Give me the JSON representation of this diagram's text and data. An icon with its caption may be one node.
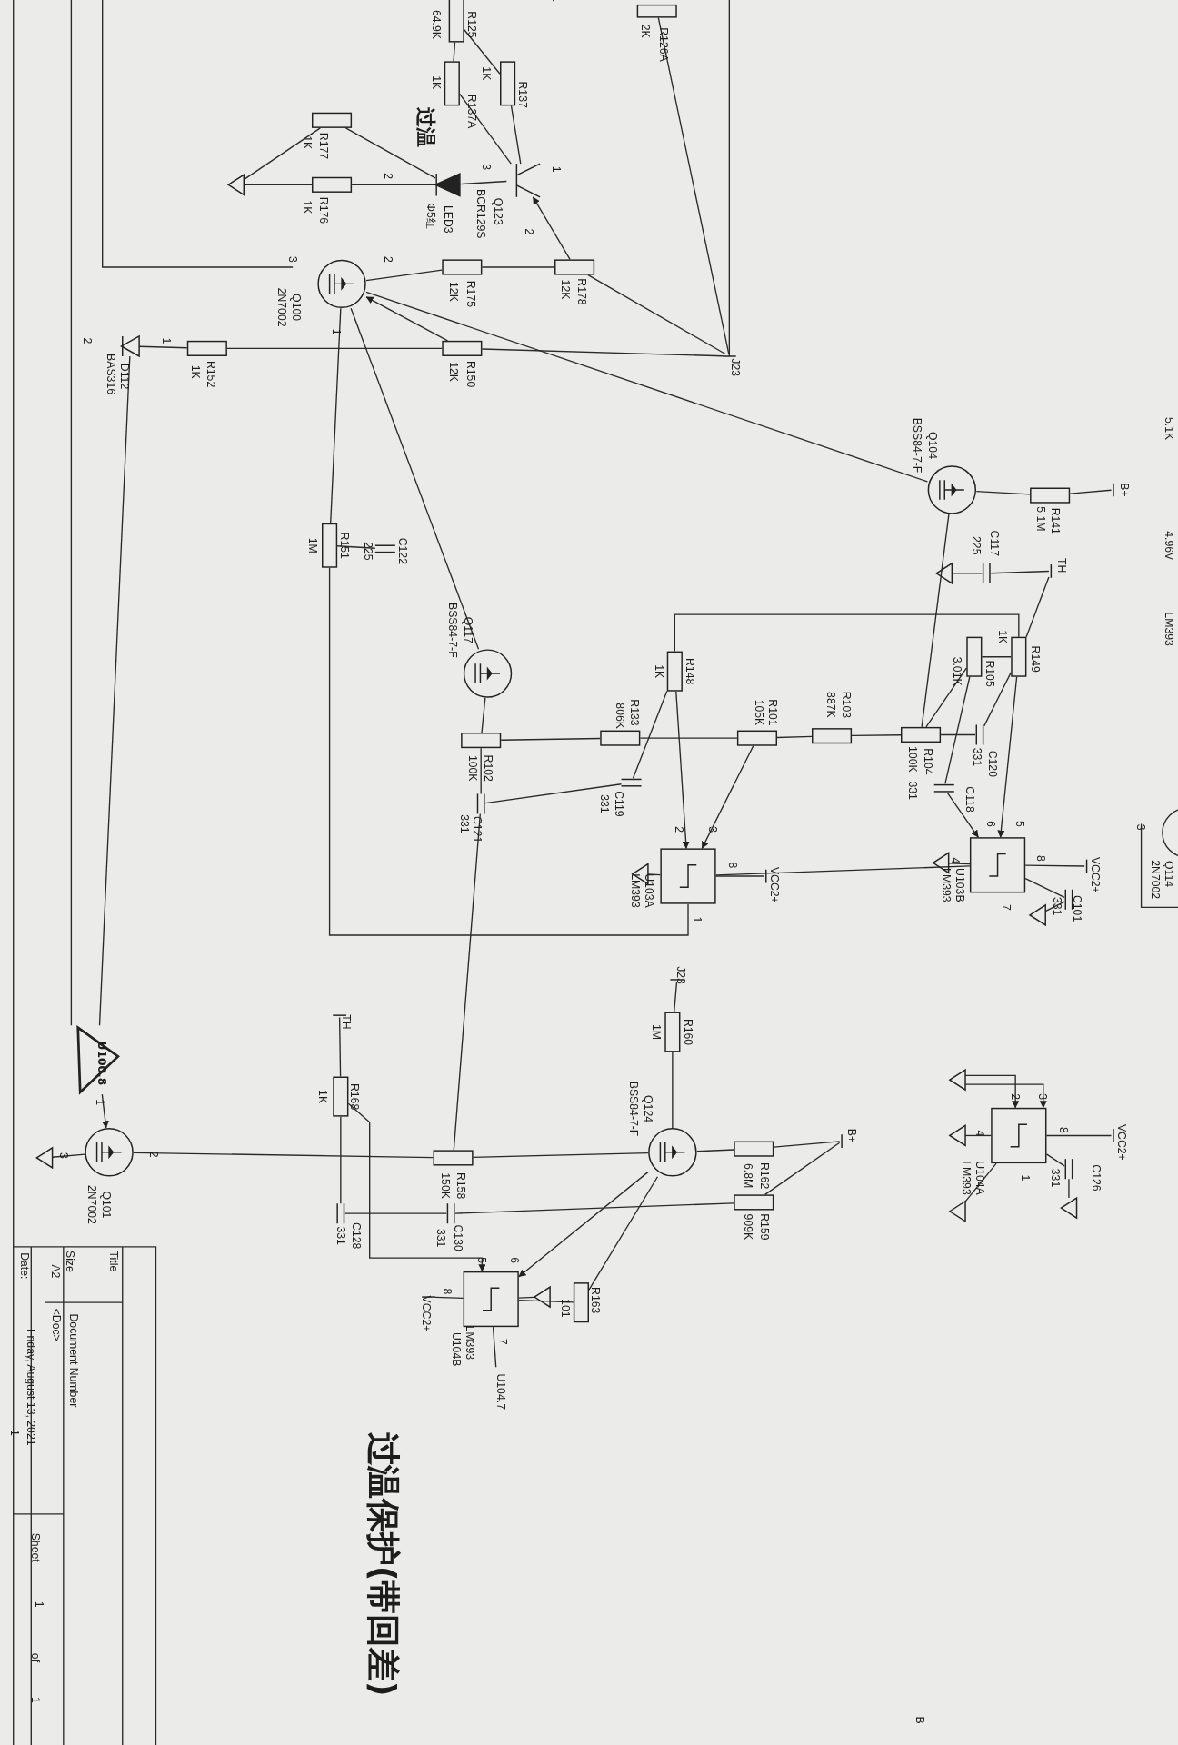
{
  "diagram": {
    "nodes": [
      {
        "text": [
          "R125",
          "64.9K"
        ]
      },
      {
        "text": [
          "R126A",
          "2K"
        ]
      },
      {
        "text": [
          "R137A",
          "1K"
        ]
      },
      {
        "text": [
          "R137",
          "1K"
        ]
      },
      {
        "text": [
          "R177",
          "1K"
        ]
      },
      {
        "text": [
          "R176",
          "1K"
        ]
      },
      {
        "text": [
          "LED3",
          "Φ5红"
        ]
      },
      {
        "text": [
          "Q123",
          "BCR129S"
        ]
      },
      {
        "text": [
          "Q100",
          "2N7002"
        ]
      },
      {
        "text": [
          "R175",
          "12K"
        ]
      },
      {
        "text": [
          "R178",
          "12K"
        ]
      },
      {
        "text": [
          "D112",
          "BAS316"
        ]
      },
      {
        "text": [
          "R152",
          "1K"
        ]
      },
      {
        "text": [
          "R150",
          "12K"
        ]
      },
      {
        "text": [
          "J23"
        ]
      },
      {
        "text": [
          "R151",
          "1M"
        ]
      },
      {
        "text": [
          "C122",
          "225"
        ]
      },
      {
        "text": [
          "Q117",
          "BSS84-7-F"
        ]
      },
      {
        "text": [
          "R102",
          "100K"
        ]
      },
      {
        "text": [
          "C121",
          "331"
        ]
      },
      {
        "text": [
          "R133",
          "806K"
        ]
      },
      {
        "text": [
          "R148",
          "1K"
        ]
      },
      {
        "text": [
          "C119",
          "331"
        ]
      },
      {
        "text": [
          "R101",
          "105K"
        ]
      },
      {
        "text": [
          "R103",
          "887K"
        ]
      },
      {
        "text": [
          "R104",
          "100K"
        ]
      },
      {
        "text": [
          "C120",
          "331"
        ]
      },
      {
        "text": [
          "C118",
          "331"
        ]
      },
      {
        "text": [
          "R105",
          "3.01K"
        ]
      },
      {
        "text": [
          "R149",
          "1K"
        ]
      },
      {
        "text": [
          "Q104",
          "BSS84-7-F"
        ]
      },
      {
        "text": [
          "R141",
          "5.1M"
        ]
      },
      {
        "text": [
          "B+"
        ]
      },
      {
        "text": [
          "C117",
          "225"
        ]
      },
      {
        "text": [
          "TH"
        ]
      },
      {
        "text": [
          "U103A",
          "LM393"
        ]
      },
      {
        "text": [
          "VCC2+"
        ]
      },
      {
        "text": [
          "U103B",
          "LM393"
        ]
      },
      {
        "text": [
          "VCC2+"
        ]
      },
      {
        "text": [
          "C101",
          "331"
        ]
      },
      {
        "text": [
          "J23"
        ]
      },
      {
        "text": [
          "R160",
          "1M"
        ]
      },
      {
        "text": [
          "Q124",
          "BSS84-7-F"
        ]
      },
      {
        "text": [
          "R162",
          "6.8M"
        ]
      },
      {
        "text": [
          "R159",
          "909K"
        ]
      },
      {
        "text": [
          "B+"
        ]
      },
      {
        "text": [
          "TH"
        ]
      },
      {
        "text": [
          "R168",
          "1K"
        ]
      },
      {
        "text": [
          "R158",
          "150K"
        ]
      },
      {
        "text": [
          "C128",
          "331"
        ]
      },
      {
        "text": [
          "C130",
          "331"
        ]
      },
      {
        "text": [
          "U104B",
          "LM393"
        ]
      },
      {
        "text": [
          "VCC2+"
        ]
      },
      {
        "text": [
          "R163",
          "101"
        ]
      },
      {
        "text": [
          "U104.7"
        ]
      },
      {
        "text": [
          "Q101",
          "2N7002"
        ]
      },
      {
        "text": [
          "U100.8"
        ]
      },
      {
        "text": [
          "U104A",
          "LM393"
        ]
      },
      {
        "text": [
          "VCC2+"
        ]
      },
      {
        "text": [
          "C126",
          "331"
        ]
      },
      {
        "text": [],
        "shape": "triangle"
      },
      {
        "text": [],
        "shape": "triangle"
      },
      {
        "text": [],
        "shape": "triangle"
      },
      {
        "text": [],
        "shape": "triangle"
      },
      {
        "text": [],
        "shape": "triangle"
      },
      {
        "text": [],
        "shape": "triangle"
      },
      {
        "text": [],
        "shape": "triangle"
      },
      {
        "text": [],
        "shape": "triangle"
      },
      {
        "text": [],
        "shape": "triangle"
      },
      {
        "text": [],
        "shape": "triangle"
      },
      {
        "text": [],
        "shape": "triangle"
      }
    ],
    "edges": [
      {
        "from": 0,
        "to": 2,
        "arrow": "none"
      },
      {
        "from": 0,
        "to": 3,
        "arrow": "none"
      },
      {
        "from": 2,
        "to": 7,
        "arrow": "none"
      },
      {
        "from": 3,
        "to": 7,
        "arrow": "none"
      },
      {
        "from": 7,
        "to": 6,
        "arrow": "none"
      },
      {
        "from": 6,
        "to": 4,
        "arrow": "none"
      },
      {
        "from": 6,
        "to": 5,
        "arrow": "none"
      },
      {
        "from": 4,
        "to": 60,
        "arrow": "none"
      },
      {
        "from": 5,
        "to": 60,
        "arrow": "none"
      },
      {
        "from": 10,
        "to": 7,
        "arrow": "to"
      },
      {
        "from": 8,
        "to": 9,
        "arrow": "none"
      },
      {
        "from": 9,
        "to": 10,
        "arrow": "none"
      },
      {
        "from": 10,
        "to": 14,
        "arrow": "none"
      },
      {
        "from": 1,
        "to": 14,
        "arrow": "none"
      },
      {
        "from": 11,
        "to": 12,
        "arrow": "none"
      },
      {
        "from": 12,
        "to": 13,
        "arrow": "none"
      },
      {
        "from": 13,
        "to": 14,
        "arrow": "none"
      },
      {
        "from": 13,
        "to": 8,
        "arrow": "to"
      },
      {
        "from": 8,
        "to": 15,
        "arrow": "none"
      },
      {
        "from": 15,
        "to": 16,
        "arrow": "none"
      },
      {
        "from": 15,
        "to": 35,
        "arrow": "none"
      },
      {
        "from": 8,
        "to": 30,
        "arrow": "none"
      },
      {
        "from": 8,
        "to": 17,
        "arrow": "none"
      },
      {
        "from": 11,
        "to": 56,
        "arrow": "none"
      },
      {
        "from": 30,
        "to": 31,
        "arrow": "none"
      },
      {
        "from": 31,
        "to": 32,
        "arrow": "none"
      },
      {
        "from": 30,
        "to": 25,
        "arrow": "none"
      },
      {
        "from": 24,
        "to": 25,
        "arrow": "none"
      },
      {
        "from": 25,
        "to": 26,
        "arrow": "none"
      },
      {
        "from": 25,
        "to": 28,
        "arrow": "none"
      },
      {
        "from": 28,
        "to": 27,
        "arrow": "none"
      },
      {
        "from": 27,
        "to": 37,
        "arrow": "to"
      },
      {
        "from": 26,
        "to": 29,
        "arrow": "none"
      },
      {
        "from": 29,
        "to": 37,
        "arrow": "to"
      },
      {
        "from": 28,
        "to": 29,
        "arrow": "none"
      },
      {
        "from": 21,
        "to": 29,
        "arrow": "none"
      },
      {
        "from": 29,
        "to": 34,
        "arrow": "none"
      },
      {
        "from": 33,
        "to": 34,
        "arrow": "none"
      },
      {
        "from": 33,
        "to": 62,
        "arrow": "none"
      },
      {
        "from": 21,
        "to": 35,
        "arrow": "to"
      },
      {
        "from": 22,
        "to": 21,
        "arrow": "none"
      },
      {
        "from": 22,
        "to": 19,
        "arrow": "none"
      },
      {
        "from": 20,
        "to": 23,
        "arrow": "none"
      },
      {
        "from": 23,
        "to": 35,
        "arrow": "to"
      },
      {
        "from": 23,
        "to": 24,
        "arrow": "none"
      },
      {
        "from": 20,
        "to": 18,
        "arrow": "none"
      },
      {
        "from": 17,
        "to": 18,
        "arrow": "none"
      },
      {
        "from": 18,
        "to": 19,
        "arrow": "none"
      },
      {
        "from": 19,
        "to": 48,
        "arrow": "none"
      },
      {
        "from": 35,
        "to": 36,
        "arrow": "none"
      },
      {
        "from": 35,
        "to": 61,
        "arrow": "none"
      },
      {
        "from": 35,
        "to": 37,
        "arrow": "none"
      },
      {
        "from": 37,
        "to": 38,
        "arrow": "none"
      },
      {
        "from": 37,
        "to": 39,
        "arrow": "none"
      },
      {
        "from": 39,
        "to": 64,
        "arrow": "none"
      },
      {
        "from": 37,
        "to": 63,
        "arrow": "none"
      },
      {
        "from": 40,
        "to": 41,
        "arrow": "none"
      },
      {
        "from": 41,
        "to": 42,
        "arrow": "none"
      },
      {
        "from": 42,
        "to": 53,
        "arrow": "none"
      },
      {
        "from": 53,
        "to": 51,
        "arrow": "none"
      },
      {
        "from": 51,
        "to": 54,
        "arrow": "none"
      },
      {
        "from": 42,
        "to": 43,
        "arrow": "none"
      },
      {
        "from": 43,
        "to": 45,
        "arrow": "none"
      },
      {
        "from": 44,
        "to": 45,
        "arrow": "none"
      },
      {
        "from": 42,
        "to": 48,
        "arrow": "none"
      },
      {
        "from": 48,
        "to": 55,
        "arrow": "none"
      },
      {
        "from": 42,
        "to": 51,
        "arrow": "to"
      },
      {
        "from": 44,
        "to": 50,
        "arrow": "none"
      },
      {
        "from": 50,
        "to": 49,
        "arrow": "none"
      },
      {
        "from": 46,
        "to": 47,
        "arrow": "none"
      },
      {
        "from": 47,
        "to": 49,
        "arrow": "none"
      },
      {
        "from": 47,
        "to": 51,
        "arrow": "to"
      },
      {
        "from": 51,
        "to": 52,
        "arrow": "none"
      },
      {
        "from": 51,
        "to": 66,
        "arrow": "none"
      },
      {
        "from": 55,
        "to": 65,
        "arrow": "none"
      },
      {
        "from": 56,
        "to": 55,
        "arrow": "to"
      },
      {
        "from": 57,
        "to": 58,
        "arrow": "none"
      },
      {
        "from": 67,
        "to": 57,
        "arrow": "to"
      },
      {
        "from": 67,
        "to": 57,
        "arrow": "to"
      },
      {
        "from": 57,
        "to": 68,
        "arrow": "none"
      },
      {
        "from": 57,
        "to": 69,
        "arrow": "none"
      },
      {
        "from": 57,
        "to": 59,
        "arrow": "none"
      },
      {
        "from": 59,
        "to": 70,
        "arrow": "none"
      }
    ],
    "labels": [
      "3",
      "1",
      "2",
      "2",
      "3",
      "2",
      "1",
      "2",
      "1",
      "2",
      "3",
      "8",
      "1",
      "6",
      "5",
      "4",
      "8",
      "7",
      "2",
      "3",
      "4",
      "8",
      "1",
      "5",
      "6",
      "8",
      "7",
      "3",
      "2",
      "1",
      "3",
      "5.1K",
      "4.96V",
      "LM393",
      "Q114",
      "2N7002",
      "过温",
      "过温保护(带回差)",
      "Date:",
      "A2",
      "Size",
      "Title",
      "Friday, August 13, 2021",
      "<Doc>",
      "Document Number",
      "1",
      "Sheet",
      "1",
      "of",
      "1",
      "B"
    ]
  }
}
